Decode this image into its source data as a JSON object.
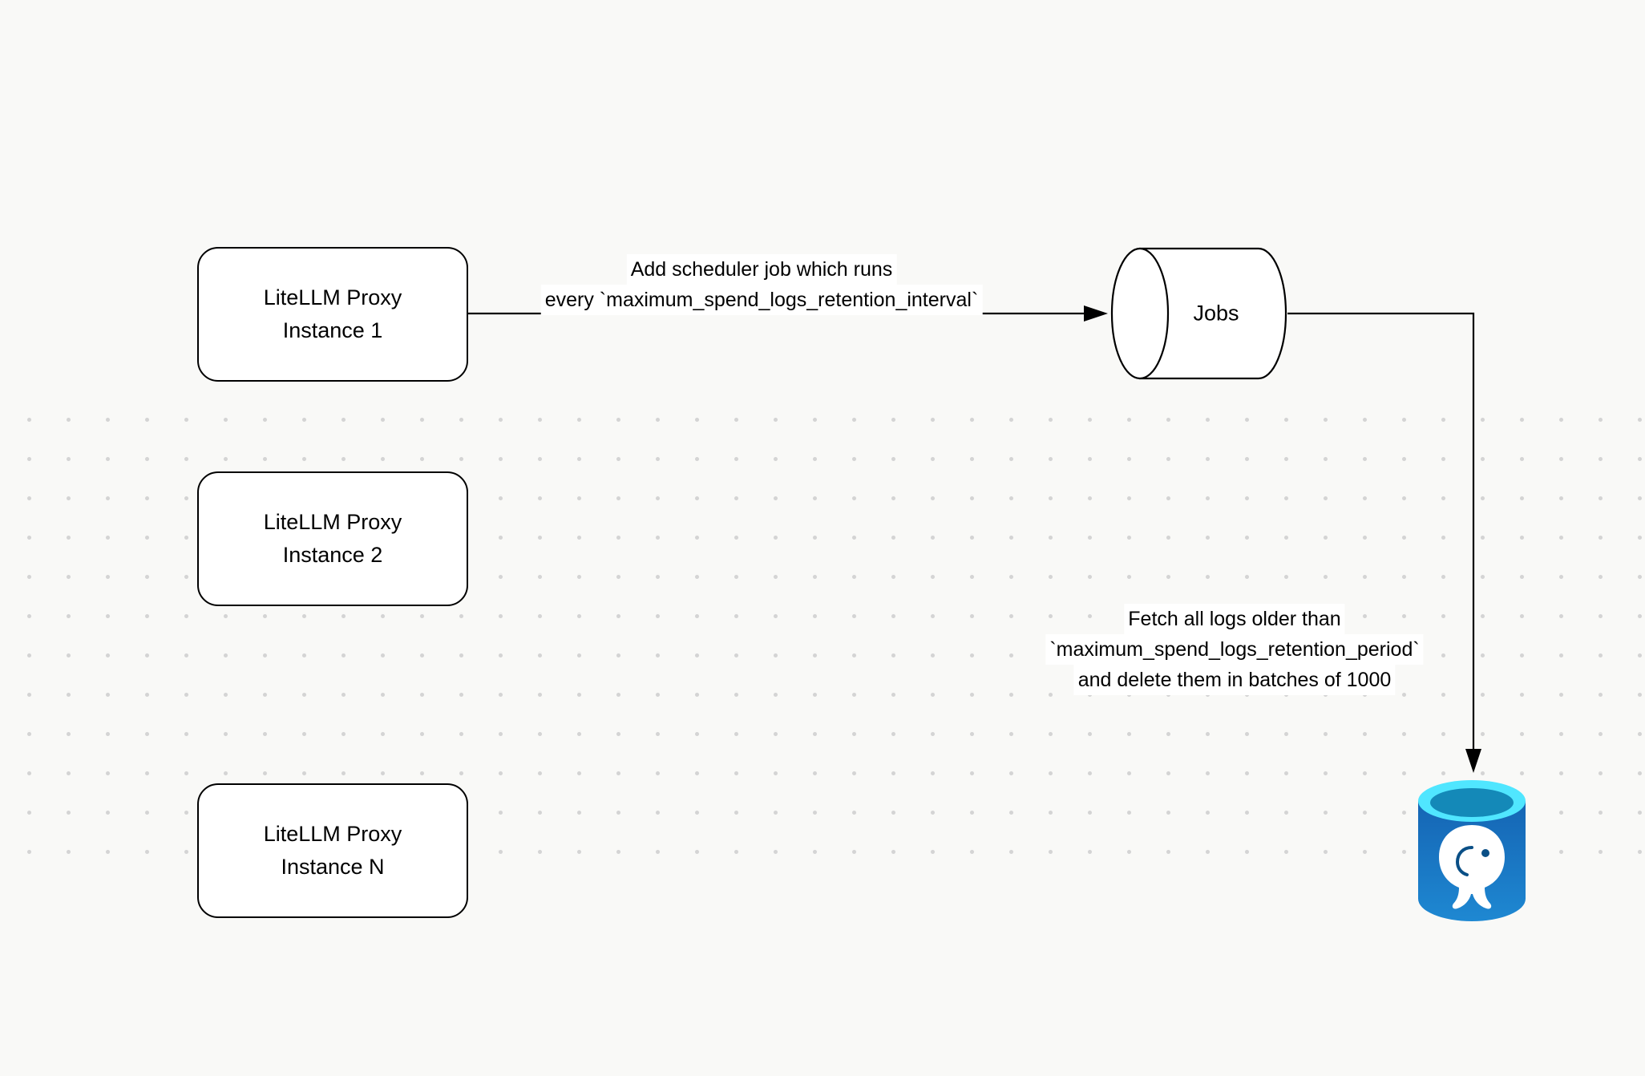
{
  "diagram": {
    "background_color": "#f9f9f7",
    "dot_color": "#d4d4d4",
    "stroke_color": "#000000",
    "node_fill": "#ffffff"
  },
  "nodes": {
    "proxy_instance_1": {
      "line1": "LiteLLM Proxy",
      "line2": "Instance 1"
    },
    "proxy_instance_2": {
      "line1": "LiteLLM Proxy",
      "line2": "Instance 2"
    },
    "proxy_instance_n": {
      "line1": "LiteLLM Proxy",
      "line2": "Instance N"
    },
    "jobs": {
      "label": "Jobs"
    }
  },
  "edge_labels": {
    "scheduler": {
      "line1": "Add scheduler job which runs",
      "line2": "every `maximum_spend_logs_retention_interval`"
    },
    "cleanup": {
      "line1": "Fetch all logs older than",
      "line2": "`maximum_spend_logs_retention_period`",
      "line3": "and delete them in batches of 1000"
    }
  },
  "icons": {
    "database": "postgresql-database-icon"
  },
  "database_icon_colors": {
    "body_top": "#1565b4",
    "body_bottom": "#1e88d2",
    "rim": "#50e6ff",
    "inner_opening": "#1489b8",
    "elephant": "#ffffff",
    "eye": "#0a4f86"
  }
}
